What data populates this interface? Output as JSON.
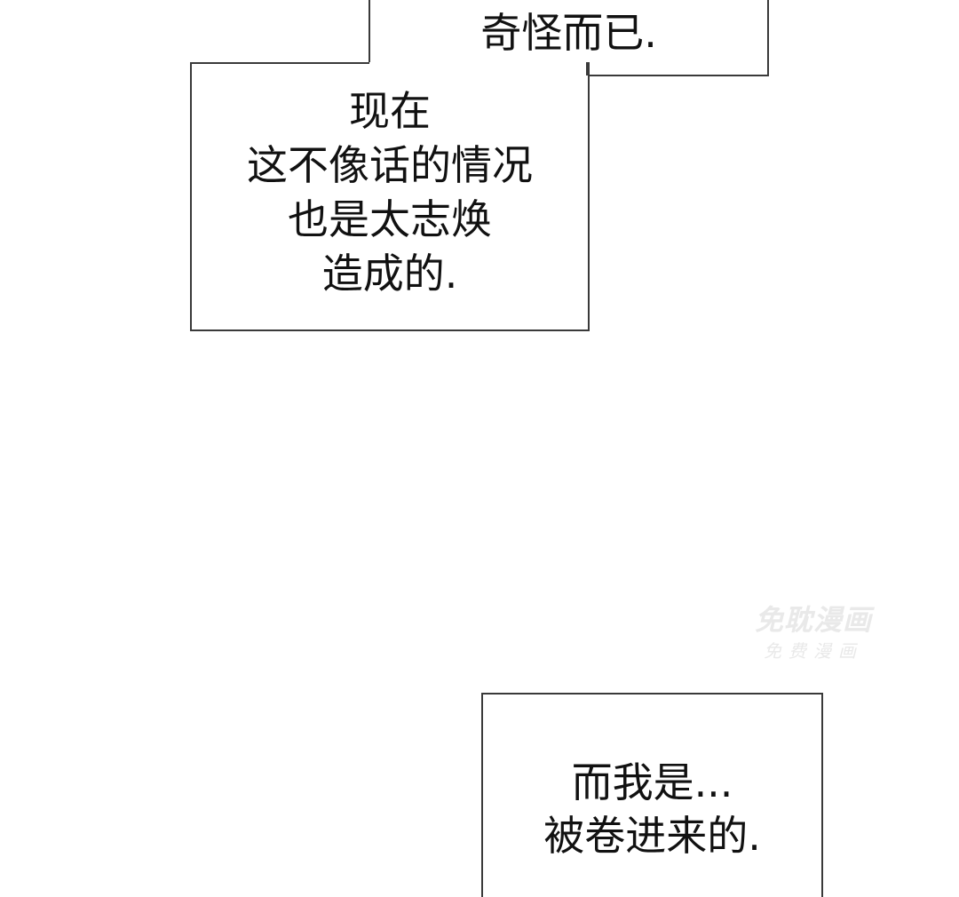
{
  "panels": [
    {
      "id": "top",
      "lines": [
        "奇怪而已."
      ]
    },
    {
      "id": "middle",
      "lines": [
        "现在",
        "这不像话的情况",
        "也是太志焕",
        "造成的."
      ]
    },
    {
      "id": "bottom",
      "lines": [
        "而我是...",
        "被卷进来的."
      ]
    }
  ],
  "watermark": {
    "main": "免耽漫画",
    "sub": "免费漫画"
  },
  "colors": {
    "background": "#ffffff",
    "border": "#3a3a3a",
    "text": "#111111",
    "watermark": "#e9e9e9"
  }
}
